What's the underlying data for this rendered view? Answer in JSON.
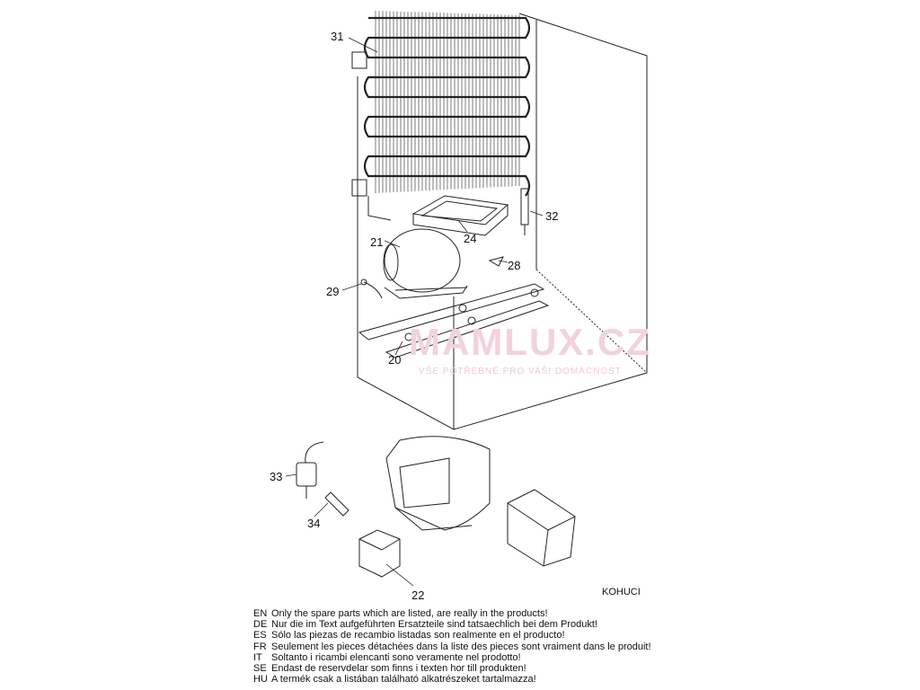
{
  "diagram": {
    "part_labels": [
      "31",
      "32",
      "24",
      "21",
      "28",
      "29",
      "20",
      "33",
      "34",
      "22"
    ],
    "model_code": "KOHUCI"
  },
  "watermark": {
    "title": "MAMLUX.CZ",
    "subtitle": "VŠE POTŘEBNÉ PRO VAŠI DOMÁCNOST"
  },
  "notes": [
    {
      "code": "EN",
      "text": "Only the spare parts which are listed, are really in the products!"
    },
    {
      "code": "DE",
      "text": "Nur die im Text aufgeführten Ersatzteile sind tatsaechlich bei dem Produkt!"
    },
    {
      "code": "ES",
      "text": "Sólo las piezas de recambio  listadas son realmente en el producto!"
    },
    {
      "code": "FR",
      "text": "Seulement les pieces détachées dans la liste des pieces sont vraiment dans le produit!"
    },
    {
      "code": "IT",
      "text": "Soltanto i ricambi elencanti sono veramente nel prodotto!"
    },
    {
      "code": "SE",
      "text": "Endast de reservdelar som finns i texten hor till produkten!"
    },
    {
      "code": "HU",
      "text": "A termék csak a listában található alkatrészeket tartalmazza!"
    }
  ]
}
